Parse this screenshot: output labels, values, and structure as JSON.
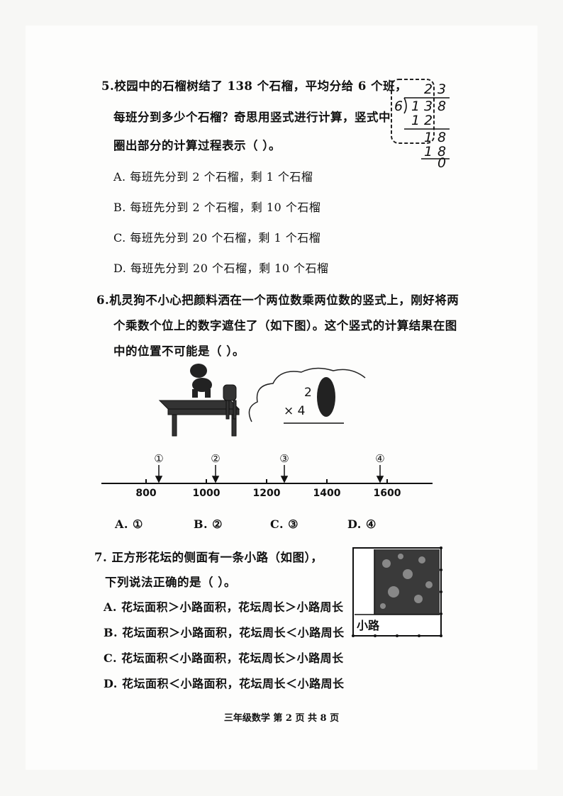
{
  "q5": {
    "lines": [
      "5.校园中的石榴树结了 138 个石榴，平均分给 6 个班，",
      "每班分到多少个石榴？奇思用竖式进行计算，竖式中",
      "圈出部分的计算过程表示（      ）。"
    ],
    "options": [
      "A. 每班先分到 2 个石榴，剩 1 个石榴",
      "B. 每班先分到 2 个石榴，剩 10 个石榴",
      "C. 每班先分到 20 个石榴，剩 1 个石榴",
      "D. 每班先分到 20 个石榴，剩 10 个石榴"
    ],
    "division": {
      "quotient": [
        "2",
        "3"
      ],
      "divisor": "6",
      "dividend": [
        "1",
        "3",
        "8"
      ],
      "step1": [
        "1",
        "2"
      ],
      "remainder1": [
        "1",
        "8"
      ],
      "step2": [
        "1",
        "8"
      ],
      "final": "0"
    }
  },
  "q6": {
    "lines": [
      "6.机灵狗不小心把颜料洒在一个两位数乘两位数的竖式上，刚好将两",
      "个乘数个位上的数字遮住了（如下图）。这个竖式的计算结果在图",
      "中的位置不可能是（      ）。"
    ],
    "multiplication": {
      "top": "2",
      "bottom": "× 4"
    },
    "number_line": {
      "ticks": [
        "800",
        "1000",
        "1200",
        "1400",
        "1600"
      ],
      "markers": [
        "①",
        "②",
        "③",
        "④"
      ]
    },
    "options": [
      "A. ①",
      "B. ②",
      "C. ③",
      "D. ④"
    ]
  },
  "q7": {
    "lines": [
      "7. 正方形花坛的侧面有一条小路（如图），",
      "下列说法正确的是（      ）。"
    ],
    "options": [
      "A. 花坛面积＞小路面积，花坛周长＞小路周长",
      "B. 花坛面积＞小路面积，花坛周长＜小路周长",
      "C. 花坛面积＜小路面积，花坛周长＞小路周长",
      "D. 花坛面积＜小路面积，花坛周长＜小路周长"
    ],
    "path_label": "小路"
  },
  "footer": "三年级数学   第 2 页 共 8 页"
}
